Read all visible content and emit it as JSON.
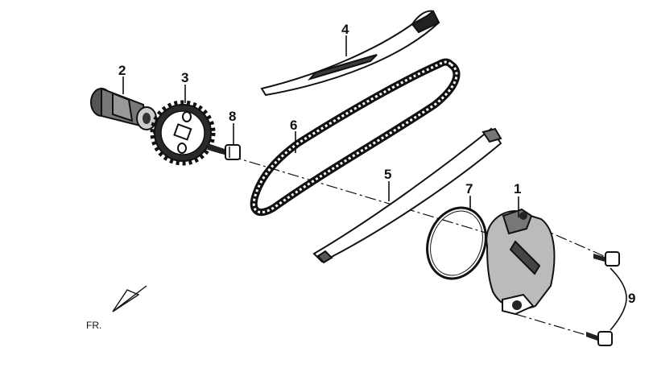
{
  "diagram": {
    "callouts": [
      {
        "id": "1",
        "label": "1"
      },
      {
        "id": "2",
        "label": "2"
      },
      {
        "id": "3",
        "label": "3"
      },
      {
        "id": "4",
        "label": "4"
      },
      {
        "id": "5",
        "label": "5"
      },
      {
        "id": "6",
        "label": "6"
      },
      {
        "id": "7",
        "label": "7"
      },
      {
        "id": "8",
        "label": "8"
      },
      {
        "id": "9",
        "label": "9"
      }
    ],
    "direction_label": "FR."
  }
}
